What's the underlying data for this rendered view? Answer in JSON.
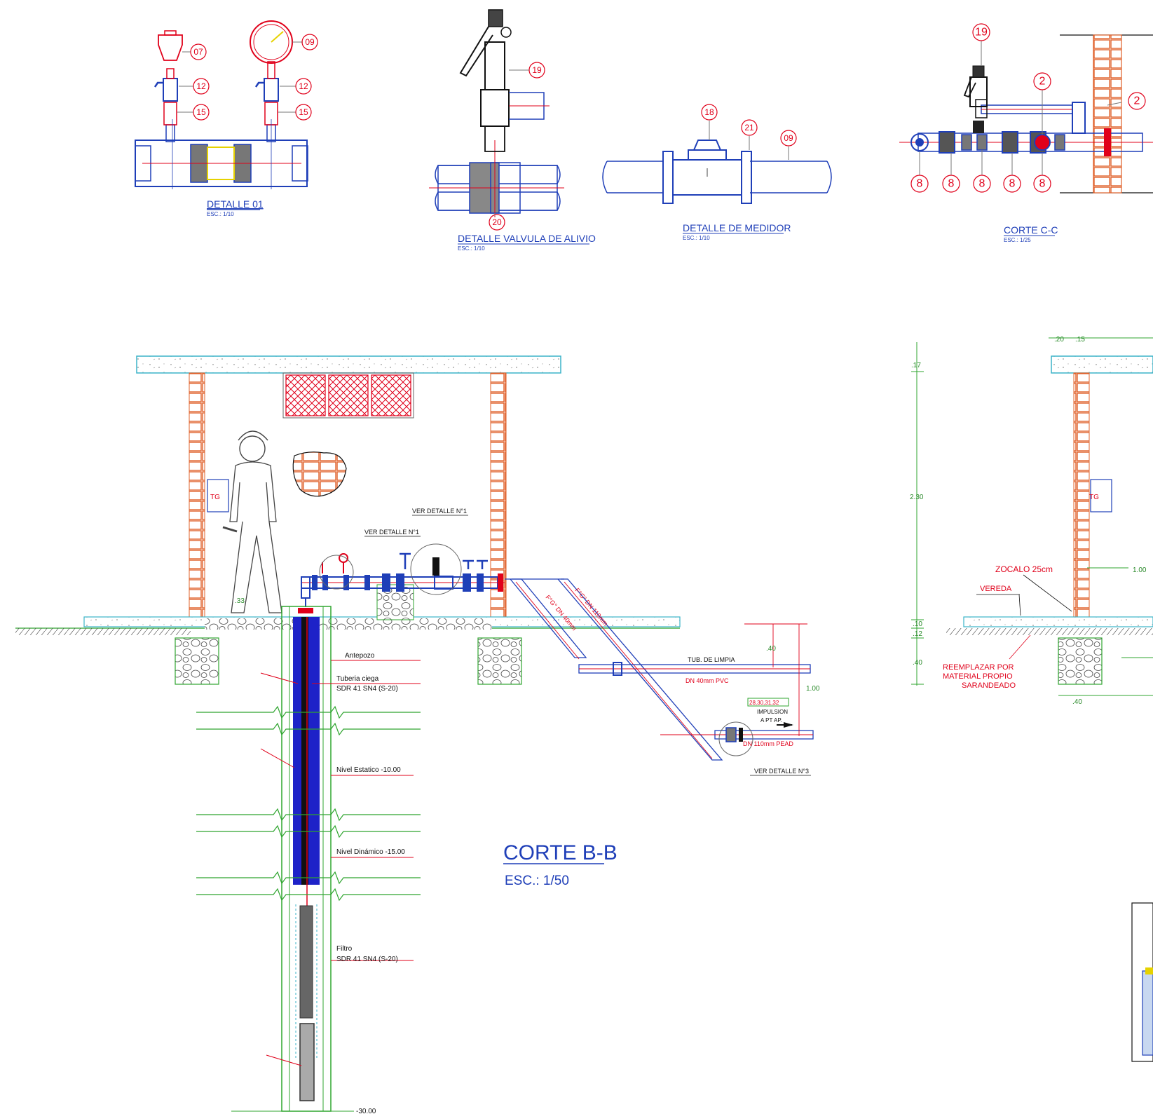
{
  "titles": {
    "detalle01": "DETALLE 01",
    "valvula": "DETALLE VALVULA DE ALIVIO",
    "medidor": "DETALLE DE MEDIDOR",
    "corte_cc": "CORTE C-C",
    "corte_bb": "CORTE B-B"
  },
  "scales": {
    "detalle01": "ESC.: 1/10",
    "valvula": "ESC.: 1/10",
    "medidor": "ESC.: 1/10",
    "corte_cc": "ESC.: 1/25",
    "corte_bb": "ESC.: 1/50"
  },
  "bubbles": {
    "d01_07": "07",
    "d01_09": "09",
    "d01_12a": "12",
    "d01_12b": "12",
    "d01_15a": "15",
    "d01_15b": "15",
    "val_19": "19",
    "val_20": "20",
    "med_18": "18",
    "med_21": "21",
    "med_09": "09",
    "cc_19": "19",
    "cc_2a": "2",
    "cc_2b": "2",
    "cc_8a": "8",
    "cc_8b": "8",
    "cc_8c": "8",
    "cc_8d": "8",
    "cc_8e": "8"
  },
  "labels": {
    "tg": "TG",
    "tg2": "TG",
    "ver_detalle_1a": "VER DETALLE N°1",
    "ver_detalle_1b": "VER DETALLE N°1",
    "ver_detalle_3": "VER DETALLE N°3",
    "antepozo": "Antepozo",
    "tuberia_ciega": "Tuberia ciega",
    "sdr_1": "SDR 41 SN4 (S-20)",
    "nivel_estatico": "Nivel Estatico -10.00",
    "nivel_dinamico": "Nivel Dinámico -15.00",
    "filtro": "Filtro",
    "sdr_2": "SDR 41 SN4 (S-20)",
    "fondo": "-30.00",
    "tub_limpia": "TUB. DE LIMPIA",
    "dn40": "DN 40mm PVC",
    "impulsion": "IMPULSION",
    "a_pt": "A PT AP.",
    "dn110": "DN 110mm PEAD",
    "items_ref": "28,30,31,32",
    "fg110": "F°G° DN 110mm",
    "fg40": "F°G° DN 40mm",
    "zocalo": "ZOCALO 25cm",
    "vereda": "VEREDA",
    "reemplazar": "REEMPLAZAR POR",
    "material": "MATERIAL PROPIO",
    "sarandeado": "SARANDEADO"
  },
  "dims": {
    "d017": ".17",
    "d230": "2.30",
    "d010": ".10",
    "d012": ".12",
    "d040": ".40",
    "d20": ".20",
    "d15": ".15",
    "d40b": ".40",
    "d100": "1.00",
    "d100b": "1.00",
    "d40c": ".40",
    "d33": ".33"
  },
  "colors": {
    "blue": "#1f3fb8",
    "red": "#e0001a",
    "green": "#2fa52f",
    "cyan": "#3bb3c8",
    "yellow": "#e6d200"
  }
}
